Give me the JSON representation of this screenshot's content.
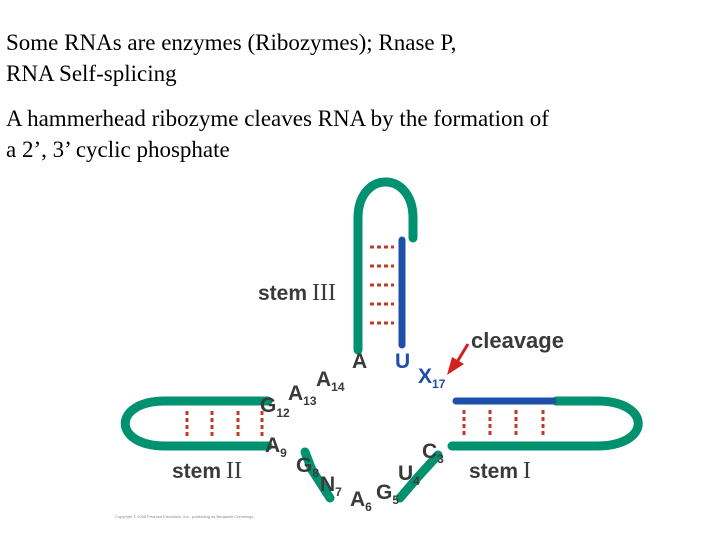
{
  "slide": {
    "title_line1": "Some RNAs are enzymes (Ribozymes); Rnase P,",
    "title_line2": "RNA Self-splicing",
    "body_line1": "A hammerhead ribozyme cleaves RNA by the formation of",
    "body_line2": "a 2’, 3’ cyclic phosphate"
  },
  "diagram": {
    "stem_word": "stem",
    "stem3_numeral": "III",
    "stem2_numeral": "II",
    "stem1_numeral": "I",
    "cleavage_label": "cleavage",
    "bases": [
      {
        "letter": "A",
        "sub": ""
      },
      {
        "letter": "U",
        "sub": ""
      },
      {
        "letter": "X",
        "sub": "17"
      },
      {
        "letter": "A",
        "sub": "14"
      },
      {
        "letter": "A",
        "sub": "13"
      },
      {
        "letter": "G",
        "sub": "12"
      },
      {
        "letter": "A",
        "sub": "9"
      },
      {
        "letter": "G",
        "sub": "8"
      },
      {
        "letter": "N",
        "sub": "7"
      },
      {
        "letter": "A",
        "sub": "6"
      },
      {
        "letter": "G",
        "sub": "5"
      },
      {
        "letter": "U",
        "sub": "4"
      },
      {
        "letter": "C",
        "sub": "3"
      }
    ],
    "copyright": "Copyright © 2008 Pearson Education, Inc., publishing as Benjamin Cummings",
    "colors": {
      "strand_green": "#00926e",
      "strand_blue": "#1f4fa8",
      "base_pair_red": "#c0392b",
      "label_gray": "#3a3a3a"
    }
  }
}
